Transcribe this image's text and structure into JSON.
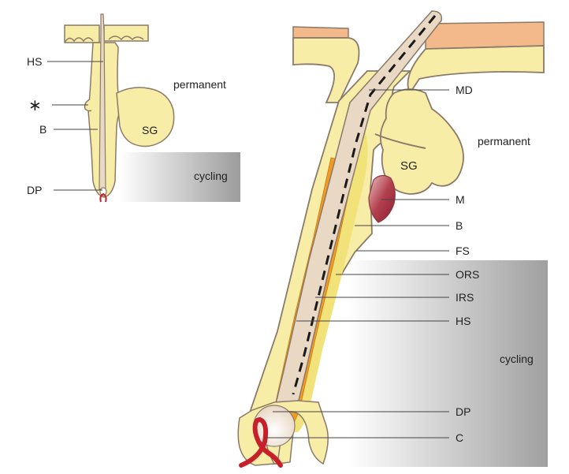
{
  "small_diagram": {
    "labels": {
      "hs": "HS",
      "asterisk": "∗",
      "b": "B",
      "dp": "DP",
      "sg": "SG"
    },
    "permanent": "permanent",
    "cycling": "cycling"
  },
  "large_diagram": {
    "labels": {
      "md": "MD",
      "m": "M",
      "b": "B",
      "fs": "FS",
      "ors": "ORS",
      "irs": "IRS",
      "hs": "HS",
      "dp": "DP",
      "c": "C",
      "sg": "SG"
    },
    "permanent": "permanent",
    "cycling": "cycling"
  },
  "colors": {
    "epithelium": "#f8eda6",
    "outline": "#8a7a6a",
    "ors": "#f2e27a",
    "irs": "#f39a24",
    "hair_shaft": "#e9d8c4",
    "dermis_layer": "#f4b98a",
    "muscle": "#a83040",
    "capillary": "#c8202a",
    "cycling_gradient": "#9a9a9a"
  }
}
